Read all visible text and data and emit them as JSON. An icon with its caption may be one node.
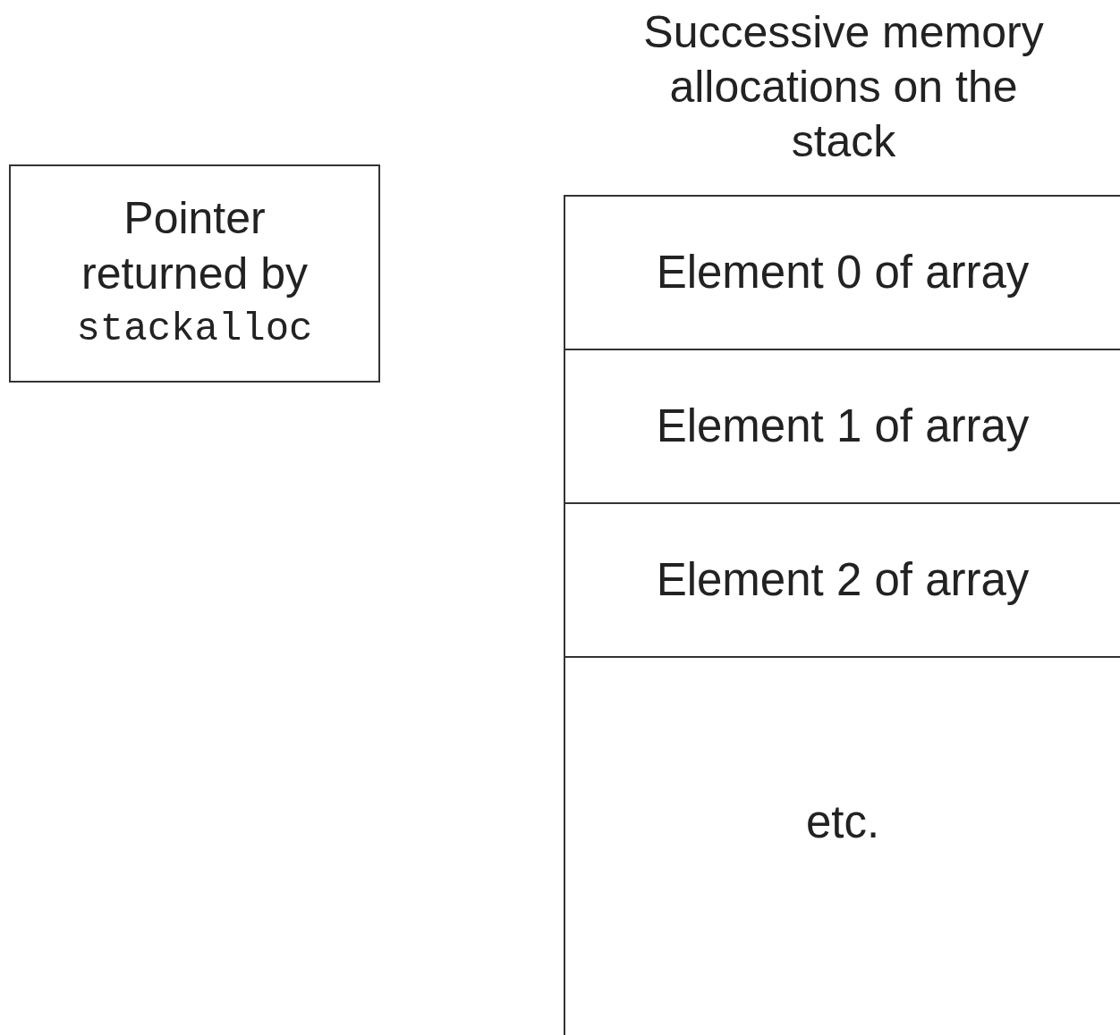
{
  "diagram": {
    "nodes": [
      {
        "text": [
          "Pointer returned by",
          "stackalloc"
        ]
      },
      {
        "text": [
          "Successive memory allocations on the stack"
        ]
      },
      {
        "text": [
          "Element 0 of array"
        ],
        "in": 1
      },
      {
        "text": [
          "Element 1 of array"
        ],
        "in": 1
      },
      {
        "text": [
          "Element 2 of array"
        ],
        "in": 1
      },
      {
        "text": [
          "etc."
        ],
        "in": 1
      }
    ]
  }
}
